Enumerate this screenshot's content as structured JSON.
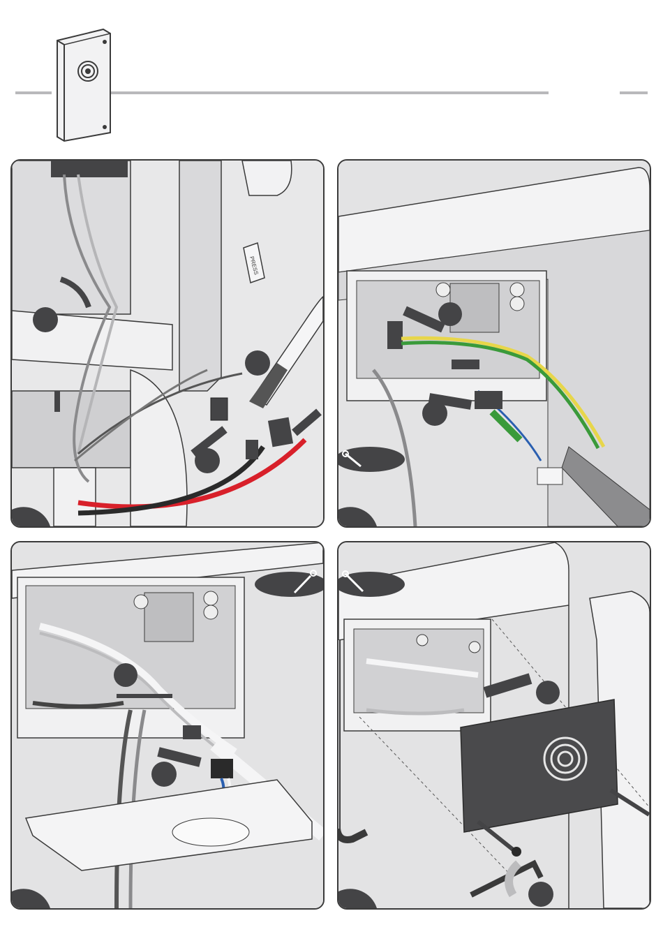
{
  "header": {
    "device_icon": "speaker-box-icon",
    "rule_color": "#b9b9bb"
  },
  "panels": [
    {
      "id": "panel-1",
      "content": "cable-connection-illustration",
      "label": "PRESS"
    },
    {
      "id": "panel-2",
      "content": "board-connector-illustration",
      "tool_icon": "wrench-icon"
    },
    {
      "id": "panel-3",
      "content": "wiring-harness-illustration",
      "tool_icon": "wrench-icon"
    },
    {
      "id": "panel-4",
      "content": "cover-screws-illustration",
      "tool_icon": "wrench-icon"
    }
  ],
  "colors": {
    "panel_border": "#3a3a3a",
    "panel_bg": "#e9e9ea",
    "dark_part": "#444446",
    "red_wire": "#d8202a",
    "black_wire": "#2a2a2a",
    "blue_wire": "#2a5fb0",
    "green_wire": "#3a9a3a",
    "yellow_wire": "#e7d64a"
  }
}
